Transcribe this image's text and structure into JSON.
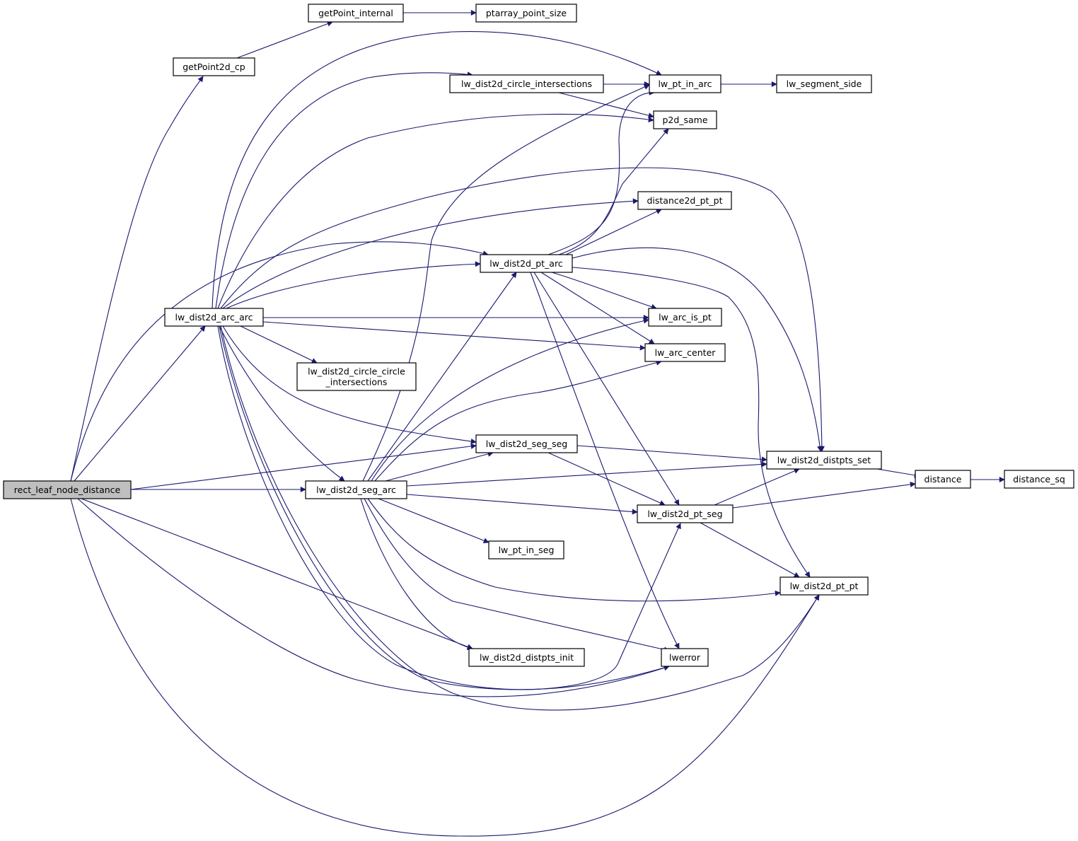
{
  "graph": {
    "type": "call-graph",
    "edge_color": "#191970",
    "root_fill": "#bfbfbf",
    "nodes": [
      {
        "id": "rect_leaf_node_distance",
        "lines": [
          "rect_leaf_node_distance"
        ]
      },
      {
        "id": "getPoint2d_cp",
        "lines": [
          "getPoint2d_cp"
        ]
      },
      {
        "id": "getPoint_internal",
        "lines": [
          "getPoint_internal"
        ]
      },
      {
        "id": "ptarray_point_size",
        "lines": [
          "ptarray_point_size"
        ]
      },
      {
        "id": "lw_dist2d_circle_intersections",
        "lines": [
          "lw_dist2d_circle_intersections"
        ]
      },
      {
        "id": "lw_pt_in_arc",
        "lines": [
          "lw_pt_in_arc"
        ]
      },
      {
        "id": "lw_segment_side",
        "lines": [
          "lw_segment_side"
        ]
      },
      {
        "id": "p2d_same",
        "lines": [
          "p2d_same"
        ]
      },
      {
        "id": "distance2d_pt_pt",
        "lines": [
          "distance2d_pt_pt"
        ]
      },
      {
        "id": "lw_dist2d_pt_arc",
        "lines": [
          "lw_dist2d_pt_arc"
        ]
      },
      {
        "id": "lw_dist2d_arc_arc",
        "lines": [
          "lw_dist2d_arc_arc"
        ]
      },
      {
        "id": "lw_arc_is_pt",
        "lines": [
          "lw_arc_is_pt"
        ]
      },
      {
        "id": "lw_arc_center",
        "lines": [
          "lw_arc_center"
        ]
      },
      {
        "id": "lw_dist2d_circle_circle_intersections",
        "lines": [
          "lw_dist2d_circle_circle",
          "_intersections"
        ]
      },
      {
        "id": "lw_dist2d_seg_seg",
        "lines": [
          "lw_dist2d_seg_seg"
        ]
      },
      {
        "id": "lw_dist2d_distpts_set",
        "lines": [
          "lw_dist2d_distpts_set"
        ]
      },
      {
        "id": "distance",
        "lines": [
          "distance"
        ]
      },
      {
        "id": "distance_sq",
        "lines": [
          "distance_sq"
        ]
      },
      {
        "id": "lw_dist2d_seg_arc",
        "lines": [
          "lw_dist2d_seg_arc"
        ]
      },
      {
        "id": "lw_dist2d_pt_seg",
        "lines": [
          "lw_dist2d_pt_seg"
        ]
      },
      {
        "id": "lw_pt_in_seg",
        "lines": [
          "lw_pt_in_seg"
        ]
      },
      {
        "id": "lw_dist2d_pt_pt",
        "lines": [
          "lw_dist2d_pt_pt"
        ]
      },
      {
        "id": "lw_dist2d_distpts_init",
        "lines": [
          "lw_dist2d_distpts_init"
        ]
      },
      {
        "id": "lwerror",
        "lines": [
          "lwerror"
        ]
      }
    ],
    "edges": [
      {
        "from": "rect_leaf_node_distance",
        "to": "getPoint2d_cp"
      },
      {
        "from": "getPoint2d_cp",
        "to": "getPoint_internal"
      },
      {
        "from": "getPoint_internal",
        "to": "ptarray_point_size"
      },
      {
        "from": "rect_leaf_node_distance",
        "to": "lw_dist2d_arc_arc"
      },
      {
        "from": "rect_leaf_node_distance",
        "to": "lw_dist2d_pt_arc"
      },
      {
        "from": "rect_leaf_node_distance",
        "to": "lw_dist2d_seg_seg"
      },
      {
        "from": "rect_leaf_node_distance",
        "to": "lw_dist2d_seg_arc"
      },
      {
        "from": "rect_leaf_node_distance",
        "to": "lw_dist2d_distpts_init"
      },
      {
        "from": "rect_leaf_node_distance",
        "to": "lwerror"
      },
      {
        "from": "rect_leaf_node_distance",
        "to": "lw_dist2d_pt_pt"
      },
      {
        "from": "lw_dist2d_arc_arc",
        "to": "lw_pt_in_arc"
      },
      {
        "from": "lw_dist2d_arc_arc",
        "to": "lw_dist2d_circle_intersections"
      },
      {
        "from": "lw_dist2d_arc_arc",
        "to": "p2d_same"
      },
      {
        "from": "lw_dist2d_arc_arc",
        "to": "lw_dist2d_distpts_set"
      },
      {
        "from": "lw_dist2d_arc_arc",
        "to": "distance2d_pt_pt"
      },
      {
        "from": "lw_dist2d_arc_arc",
        "to": "lw_dist2d_pt_arc"
      },
      {
        "from": "lw_dist2d_arc_arc",
        "to": "lw_arc_is_pt"
      },
      {
        "from": "lw_dist2d_arc_arc",
        "to": "lw_arc_center"
      },
      {
        "from": "lw_dist2d_arc_arc",
        "to": "lw_dist2d_circle_circle_intersections"
      },
      {
        "from": "lw_dist2d_arc_arc",
        "to": "lw_dist2d_seg_seg"
      },
      {
        "from": "lw_dist2d_arc_arc",
        "to": "lw_dist2d_seg_arc"
      },
      {
        "from": "lw_dist2d_arc_arc",
        "to": "lwerror"
      },
      {
        "from": "lw_dist2d_arc_arc",
        "to": "lw_dist2d_pt_seg"
      },
      {
        "from": "lw_dist2d_arc_arc",
        "to": "lw_dist2d_pt_pt"
      },
      {
        "from": "lw_dist2d_seg_arc",
        "to": "lw_pt_in_arc"
      },
      {
        "from": "lw_dist2d_seg_arc",
        "to": "lw_dist2d_pt_arc"
      },
      {
        "from": "lw_dist2d_seg_arc",
        "to": "lw_arc_is_pt"
      },
      {
        "from": "lw_dist2d_seg_arc",
        "to": "lw_arc_center"
      },
      {
        "from": "lw_dist2d_seg_arc",
        "to": "lw_dist2d_seg_seg"
      },
      {
        "from": "lw_dist2d_seg_arc",
        "to": "lw_dist2d_distpts_set"
      },
      {
        "from": "lw_dist2d_seg_arc",
        "to": "lw_dist2d_pt_seg"
      },
      {
        "from": "lw_dist2d_seg_arc",
        "to": "lw_pt_in_seg"
      },
      {
        "from": "lw_dist2d_seg_arc",
        "to": "lw_dist2d_pt_pt"
      },
      {
        "from": "lw_dist2d_seg_arc",
        "to": "lwerror"
      },
      {
        "from": "lw_dist2d_seg_arc",
        "to": "lw_dist2d_distpts_init"
      },
      {
        "from": "lw_dist2d_pt_arc",
        "to": "lw_pt_in_arc"
      },
      {
        "from": "lw_dist2d_pt_arc",
        "to": "p2d_same"
      },
      {
        "from": "lw_dist2d_pt_arc",
        "to": "distance2d_pt_pt"
      },
      {
        "from": "lw_dist2d_pt_arc",
        "to": "lw_dist2d_distpts_set"
      },
      {
        "from": "lw_dist2d_pt_arc",
        "to": "lw_dist2d_pt_pt"
      },
      {
        "from": "lw_dist2d_pt_arc",
        "to": "lw_arc_is_pt"
      },
      {
        "from": "lw_dist2d_pt_arc",
        "to": "lw_arc_center"
      },
      {
        "from": "lw_dist2d_pt_arc",
        "to": "lw_dist2d_pt_seg"
      },
      {
        "from": "lw_dist2d_pt_arc",
        "to": "lwerror"
      },
      {
        "from": "lw_dist2d_circle_intersections",
        "to": "lw_pt_in_arc"
      },
      {
        "from": "lw_dist2d_circle_intersections",
        "to": "p2d_same"
      },
      {
        "from": "lw_pt_in_arc",
        "to": "lw_segment_side"
      },
      {
        "from": "lw_dist2d_seg_seg",
        "to": "lw_dist2d_distpts_set"
      },
      {
        "from": "lw_dist2d_seg_seg",
        "to": "lw_dist2d_pt_seg"
      },
      {
        "from": "lw_dist2d_pt_seg",
        "to": "lw_dist2d_distpts_set"
      },
      {
        "from": "lw_dist2d_pt_seg",
        "to": "distance"
      },
      {
        "from": "lw_dist2d_pt_seg",
        "to": "lw_dist2d_pt_pt"
      },
      {
        "from": "lw_dist2d_distpts_set",
        "to": "distance"
      },
      {
        "from": "distance",
        "to": "distance_sq"
      }
    ]
  }
}
